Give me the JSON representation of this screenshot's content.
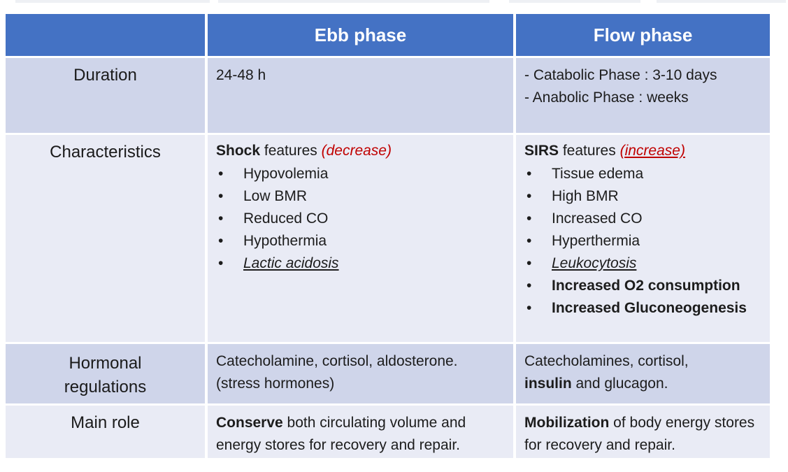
{
  "colors": {
    "header_blue": "#4472C4",
    "band_dark": "#CFD5EA",
    "band_light": "#E9EBF5",
    "accent_red": "#C00000"
  },
  "header": {
    "ebb": "Ebb phase",
    "flow": "Flow phase"
  },
  "duration": {
    "label": "Duration",
    "ebb": "24-48 h",
    "flow_line1": "- Catabolic Phase : 3-10 days",
    "flow_line2": "- Anabolic Phase : weeks"
  },
  "characteristics": {
    "label": "Characteristics",
    "ebb": {
      "heading_bold": "Shock",
      "heading_normal": " features ",
      "heading_accent": "(decrease)",
      "bullets": [
        {
          "text": "Hypovolemia",
          "style": "plain"
        },
        {
          "text": "Low BMR",
          "style": "plain"
        },
        {
          "text": "Reduced CO",
          "style": "plain"
        },
        {
          "text": "Hypothermia",
          "style": "plain"
        },
        {
          "text": "Lactic acidosis",
          "style": "italic-underline"
        }
      ]
    },
    "flow": {
      "heading_bold": "SIRS",
      "heading_normal": " features ",
      "heading_accent": "(increase)",
      "bullets": [
        {
          "text": "Tissue edema",
          "style": "plain"
        },
        {
          "text": "High BMR",
          "style": "plain"
        },
        {
          "text": "Increased CO",
          "style": "plain"
        },
        {
          "text": "Hyperthermia",
          "style": "plain"
        },
        {
          "text": "Leukocytosis",
          "style": "italic-underline"
        },
        {
          "text": "Increased O2 consumption",
          "style": "bold"
        },
        {
          "text": "Increased Gluconeogenesis",
          "style": "bold"
        }
      ]
    }
  },
  "hormonal": {
    "label": "Hormonal regulations",
    "ebb_line1": "Catecholamine, cortisol, aldosterone.",
    "ebb_line2": "(stress hormones)",
    "flow_line1": "Catecholamines, cortisol,",
    "flow_bold": "insulin",
    "flow_rest": " and glucagon."
  },
  "main_role": {
    "label": "Main role",
    "ebb_bold": "Conserve",
    "ebb_rest": " both circulating volume and energy stores for recovery and repair.",
    "flow_bold": "Mobilization",
    "flow_rest": " of body energy stores for recovery and repair."
  }
}
